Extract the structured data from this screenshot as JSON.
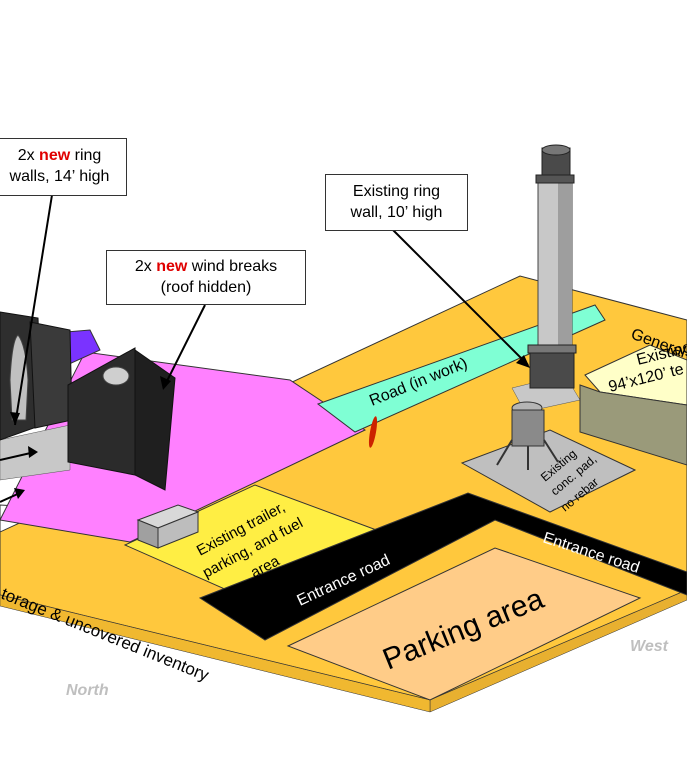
{
  "callouts": {
    "ring_walls": {
      "prefix": "2x ",
      "highlight": "new",
      "suffix": " ring",
      "line2": "walls, 14’ high"
    },
    "wind_breaks": {
      "prefix": "2x ",
      "highlight": "new",
      "suffix": " wind breaks",
      "line2": "(roof hidden)"
    },
    "existing_ring_wall": {
      "line1": "Existing ring",
      "line2": "wall, 10’ high"
    }
  },
  "areas": {
    "road_in_work": "Road (in work)",
    "trailer_parking_fuel": [
      "Existing trailer,",
      "parking, and fuel",
      "area"
    ],
    "entrance_road_left": "Entrance road",
    "entrance_road_right": "Entrance road",
    "parking_area": "Parking area",
    "storage_inventory": "torage & uncovered  inventory",
    "concrete_pad": [
      "Existing",
      "conc. pad,",
      "no rebar"
    ],
    "general_building": "General",
    "tent": [
      "Existing",
      "94’x120’ te"
    ]
  },
  "directions": {
    "north": "North",
    "west": "West"
  },
  "colors": {
    "site_ground": "#ffc83d",
    "magenta_zone": "#ff80ff",
    "road_in_work": "#7fffd4",
    "trailer_area": "#ffee44",
    "entrance_road": "#000000",
    "parking_area": "#ffcc88",
    "purple_block": "#7a33ff",
    "new_highlight": "#e00000",
    "direction_label": "#bfbfbf"
  }
}
